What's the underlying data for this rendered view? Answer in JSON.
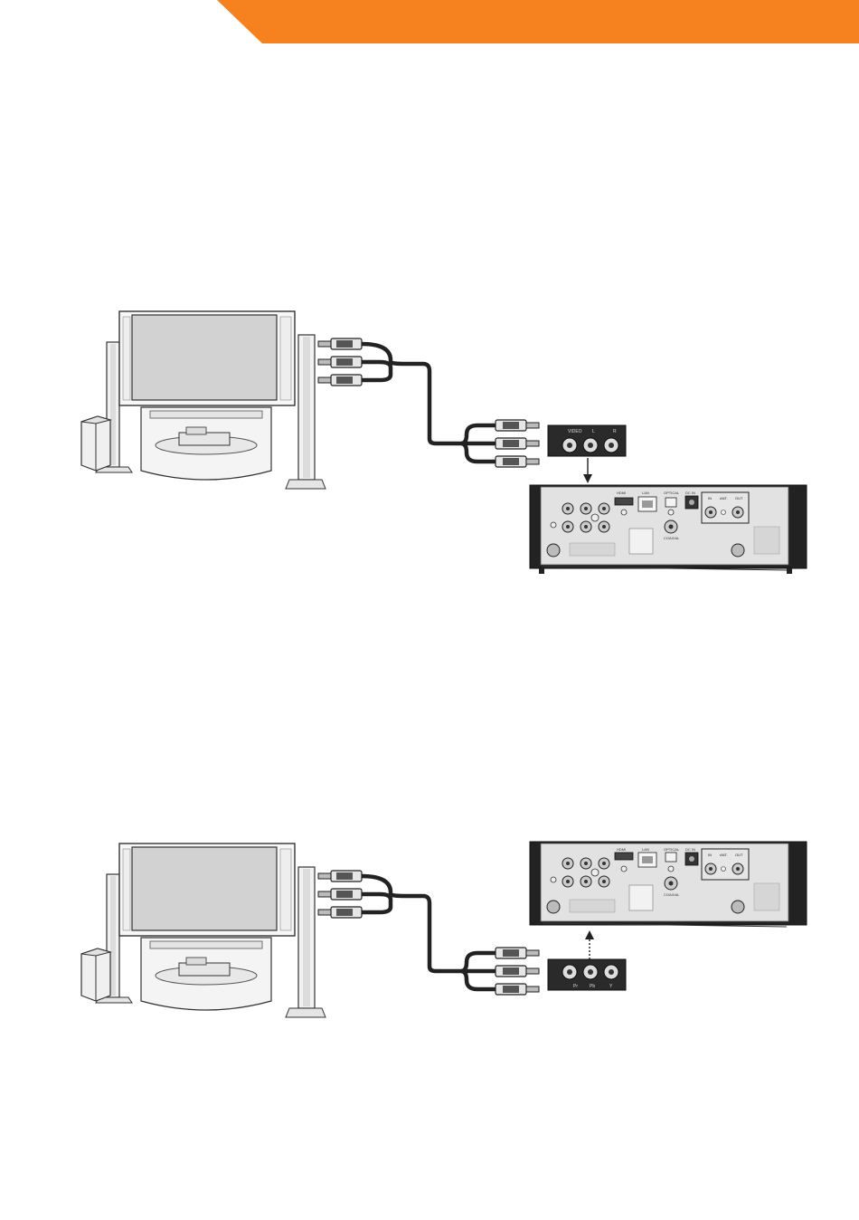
{
  "colors": {
    "accent": "#f5821f",
    "device_dark": "#222222",
    "device_panel": "#e2e2e2"
  },
  "diagram_top": {
    "jack_block_labels": [
      "VIDEO",
      "L",
      "R"
    ],
    "panel_labels": {
      "hdmi": "HDMI",
      "lan": "LAN",
      "optical": "OPTICAL",
      "coaxial": "COAXIAL",
      "dc_in": "DC IN",
      "in": "IN",
      "ant": "ANT.",
      "out": "OUT"
    }
  },
  "diagram_bottom": {
    "jack_block_labels": [
      "Pr",
      "Pb",
      "Y"
    ],
    "panel_labels": {
      "hdmi": "HDMI",
      "lan": "LAN",
      "optical": "OPTICAL",
      "coaxial": "COAXIAL",
      "dc_in": "DC IN",
      "in": "IN",
      "ant": "ANT.",
      "out": "OUT"
    }
  }
}
